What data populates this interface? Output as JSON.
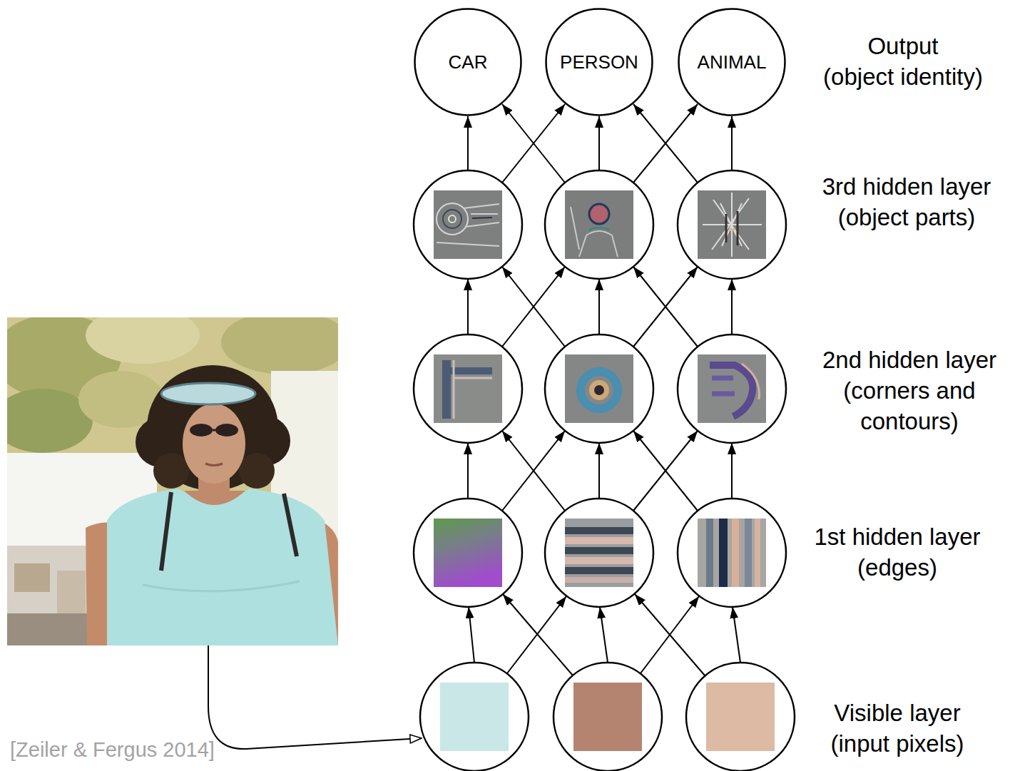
{
  "diagram": {
    "nodes": [
      {
        "text": [
          "CAR"
        ]
      },
      {
        "text": [
          "PERSON"
        ]
      },
      {
        "text": [
          "ANIMAL"
        ]
      }
    ],
    "labels": [
      "Output (object identity)",
      "3rd hidden layer (object parts)",
      "2nd hidden layer (corners and contours)",
      "1st hidden layer (edges)",
      "Visible layer (input pixels)",
      "[Zeiler & Fergus 2014]"
    ]
  }
}
